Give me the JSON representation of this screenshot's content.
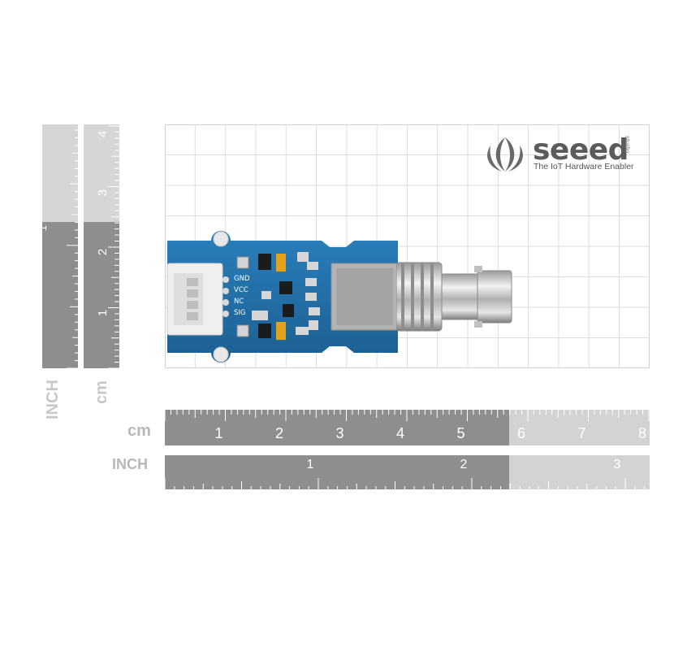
{
  "logo": {
    "brand": "seeed",
    "tagline": "The IoT Hardware Enabler",
    "suffix": "studio",
    "icon": "seeed-flame-icon"
  },
  "ruler_left": {
    "inch_label": "INCH",
    "cm_label": "cm",
    "inch_numbers": [
      "1"
    ],
    "cm_numbers": [
      "1",
      "2",
      "3",
      "4"
    ]
  },
  "ruler_bottom": {
    "cm_label": "cm",
    "inch_label": "INCH",
    "cm_numbers": [
      "1",
      "2",
      "3",
      "4",
      "5",
      "6",
      "7",
      "8"
    ],
    "inch_numbers": [
      "1",
      "2",
      "3"
    ]
  },
  "board": {
    "pins": [
      "GND",
      "VCC",
      "NC",
      "SIG"
    ]
  },
  "colors": {
    "ruler_dark": "#8e8e8e",
    "ruler_light": "#d3d3d3",
    "pcb_blue": "#1f6fa8",
    "grid_line": "#dedede"
  }
}
